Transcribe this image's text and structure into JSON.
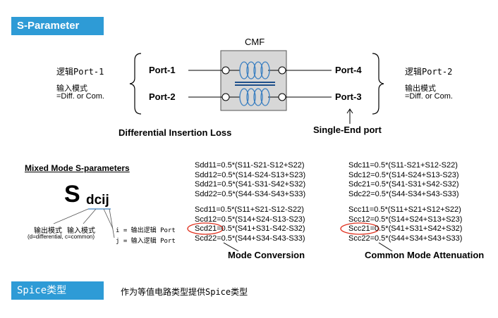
{
  "headers": {
    "sparam": "S-Parameter",
    "spice": "Spice类型"
  },
  "diagram": {
    "cmf_label": "CMF",
    "port1": "Port-1",
    "port2": "Port-2",
    "port3": "Port-3",
    "port4": "Port-4",
    "left_logic": "逻辑Port-1",
    "left_mode": "输入模式",
    "left_mode2": "=Diff. or Com.",
    "right_logic": "逻辑Port-2",
    "right_mode": "输出模式",
    "right_mode2": "=Diff. or Com.",
    "diff_insertion": "Differential Insertion Loss",
    "single_end": "Single-End port"
  },
  "mixed": {
    "title": "Mixed Mode S-parameters",
    "s_letter": "S",
    "subscript": "dcij",
    "out_mode": "输出模式",
    "out_mode_note": "(d=differential, c=common)",
    "in_mode": "输入模式",
    "in_mode_note": "c=common)",
    "i_note": "i = 输出逻辑 Port",
    "j_note": "j = 输入逻辑 Port"
  },
  "equations": {
    "sdd": [
      "Sdd11=0.5*(S11-S21-S12+S22)",
      "Sdd12=0.5*(S14-S24-S13+S23)",
      "Sdd21=0.5*(S41-S31-S42+S32)",
      "Sdd22=0.5*(S44-S34-S43+S33)"
    ],
    "sdc": [
      "Sdc11=0.5*(S11-S21+S12-S22)",
      "Sdc12=0.5*(S14-S24+S13-S23)",
      "Sdc21=0.5*(S41-S31+S42-S32)",
      "Sdc22=0.5*(S44-S34+S43-S33)"
    ],
    "scd": [
      "Scd11=0.5*(S11+S21-S12-S22)",
      "Scd12=0.5*(S14+S24-S13-S23)",
      "Scd21=0.5*(S41+S31-S42-S32)",
      "Scd22=0.5*(S44+S34-S43-S33)"
    ],
    "scc": [
      "Scc11=0.5*(S11+S21+S12+S22)",
      "Scc12=0.5*(S14+S24+S13+S23)",
      "Scc21=0.5*(S41+S31+S42+S32)",
      "Scc22=0.5*(S44+S34+S43+S33)"
    ],
    "mode_conversion": "Mode Conversion",
    "common_attenuation": "Common Mode Attenuation"
  },
  "spice_text": "作为等值电路类型提供Spice类型",
  "colors": {
    "header_bg": "#2e9bd6",
    "highlight": "#e0301e",
    "coil": "#3a7fc1",
    "box_fill": "#d7d7d7"
  }
}
